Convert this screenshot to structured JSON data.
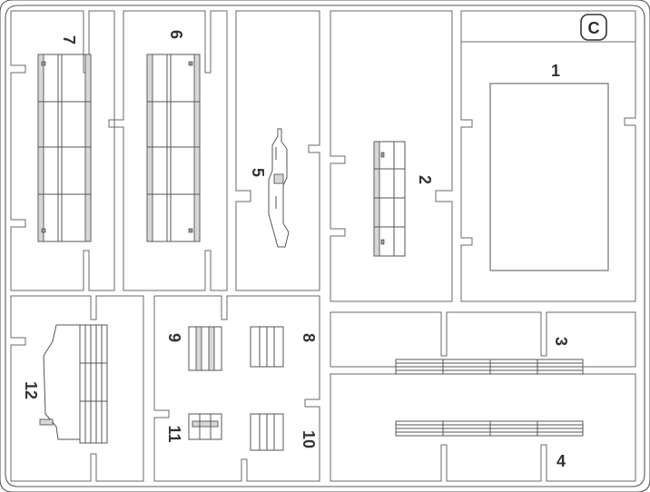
{
  "sprue": {
    "letter": "C",
    "parts": [
      {
        "id": "part-1",
        "label": "1"
      },
      {
        "id": "part-2",
        "label": "2"
      },
      {
        "id": "part-3",
        "label": "3"
      },
      {
        "id": "part-4",
        "label": "4"
      },
      {
        "id": "part-5",
        "label": "5"
      },
      {
        "id": "part-6",
        "label": "6"
      },
      {
        "id": "part-7",
        "label": "7"
      },
      {
        "id": "part-8",
        "label": "8"
      },
      {
        "id": "part-9",
        "label": "9"
      },
      {
        "id": "part-10",
        "label": "10"
      },
      {
        "id": "part-11",
        "label": "11"
      },
      {
        "id": "part-12",
        "label": "12"
      }
    ]
  }
}
